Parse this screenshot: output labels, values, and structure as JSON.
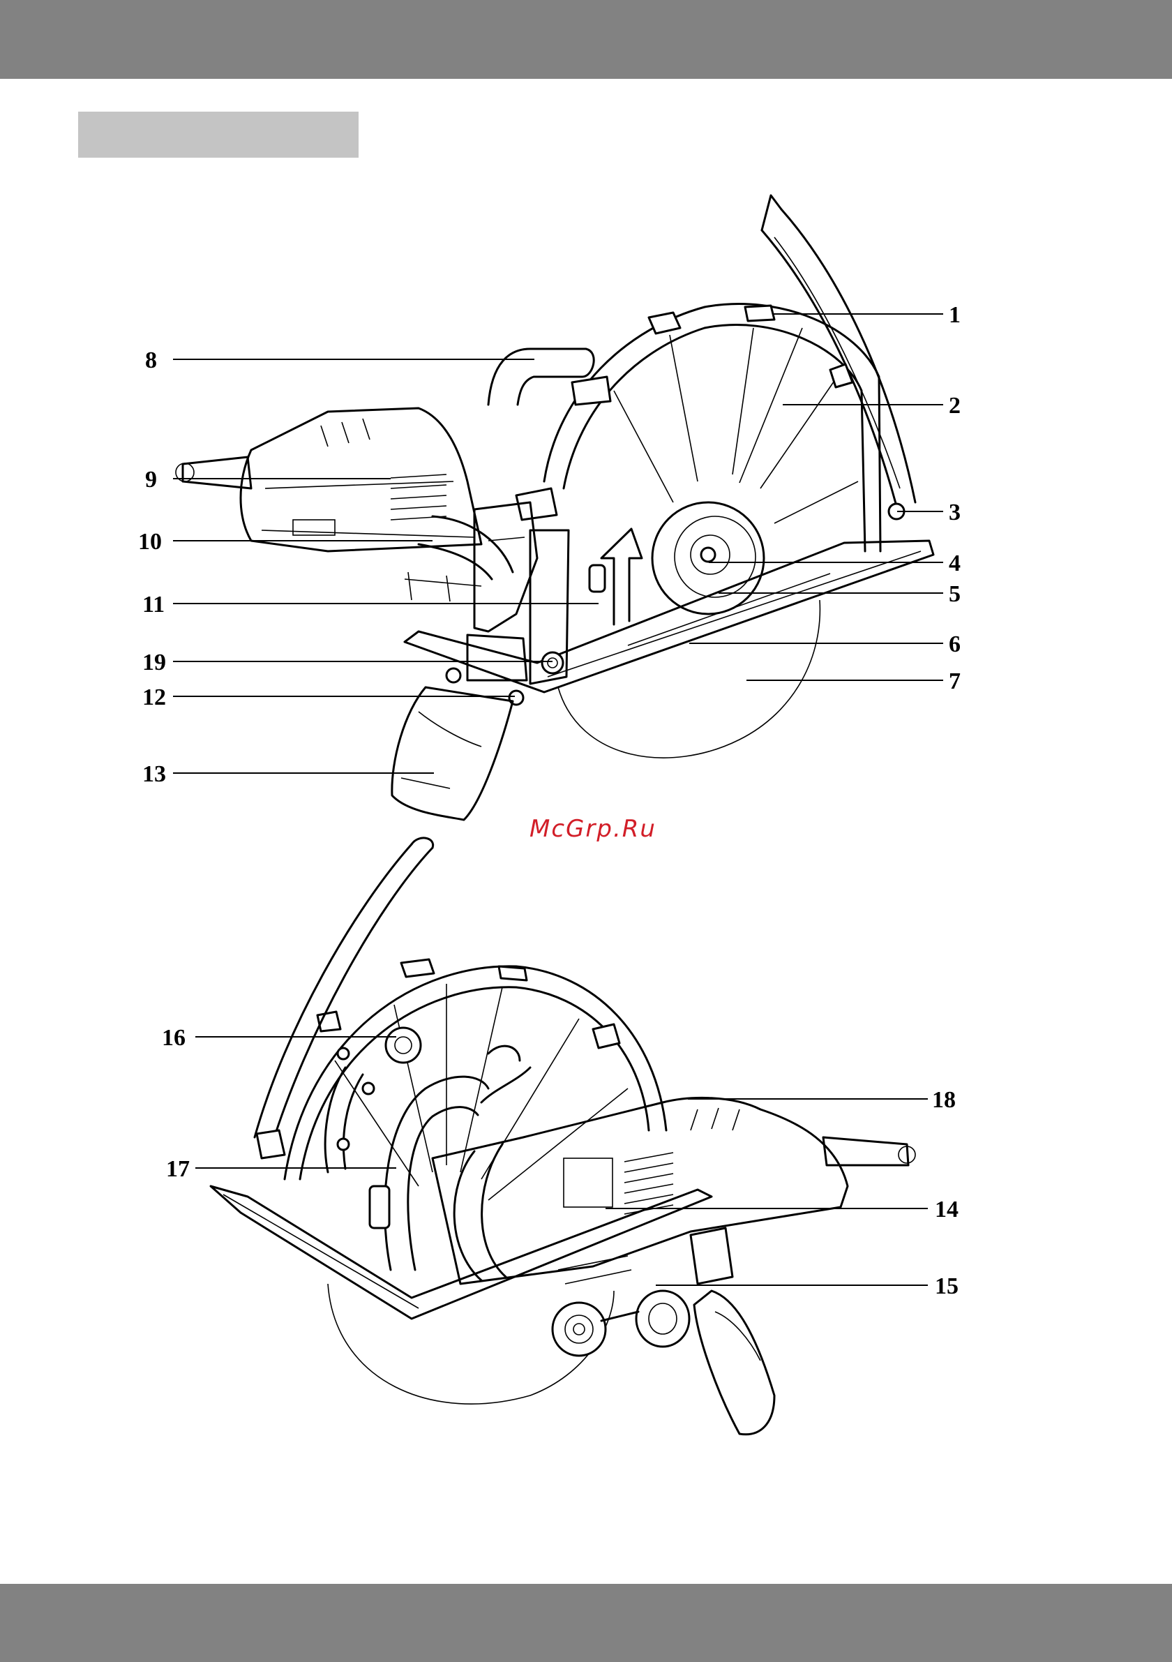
{
  "header": {
    "bar_color": "#828282",
    "tab_color": "#c4c4c4"
  },
  "footer": {
    "bar_color": "#828282"
  },
  "watermark": {
    "text": "McGrp.Ru",
    "color": "#d21e28"
  },
  "figure_top": {
    "callouts": [
      {
        "id": "c1",
        "number": "1"
      },
      {
        "id": "c2",
        "number": "2"
      },
      {
        "id": "c3",
        "number": "3"
      },
      {
        "id": "c4",
        "number": "4"
      },
      {
        "id": "c5",
        "number": "5"
      },
      {
        "id": "c6",
        "number": "6"
      },
      {
        "id": "c7",
        "number": "7"
      },
      {
        "id": "c8",
        "number": "8"
      },
      {
        "id": "c9",
        "number": "9"
      },
      {
        "id": "c10",
        "number": "10"
      },
      {
        "id": "c11",
        "number": "11"
      },
      {
        "id": "c19",
        "number": "19"
      },
      {
        "id": "c12",
        "number": "12"
      },
      {
        "id": "c13",
        "number": "13"
      }
    ]
  },
  "figure_bottom": {
    "callouts": [
      {
        "id": "c16",
        "number": "16"
      },
      {
        "id": "c17",
        "number": "17"
      },
      {
        "id": "c18",
        "number": "18"
      },
      {
        "id": "c14",
        "number": "14"
      },
      {
        "id": "c15",
        "number": "15"
      }
    ]
  }
}
